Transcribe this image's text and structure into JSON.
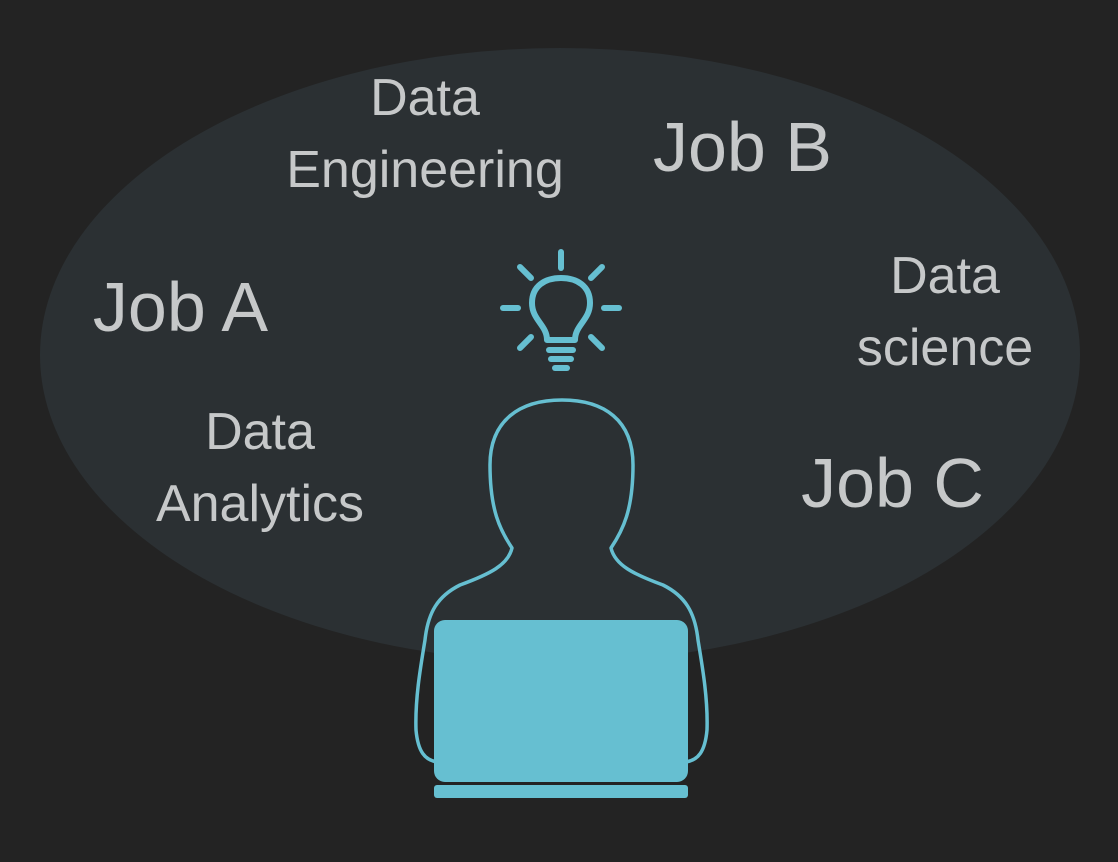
{
  "labels": {
    "data_engineering": [
      "Data",
      "Engineering"
    ],
    "job_b": "Job B",
    "job_a": "Job A",
    "data_science": [
      "Data",
      "science"
    ],
    "data_analytics": [
      "Data",
      "Analytics"
    ],
    "job_c": "Job C"
  },
  "icons": {
    "lightbulb": "lightbulb-icon",
    "person": "person-at-laptop-icon"
  },
  "colors": {
    "background": "#232323",
    "thought_bubble": "#2b3033",
    "accent": "#66bfd1",
    "label_text": "#c6c8c9"
  }
}
